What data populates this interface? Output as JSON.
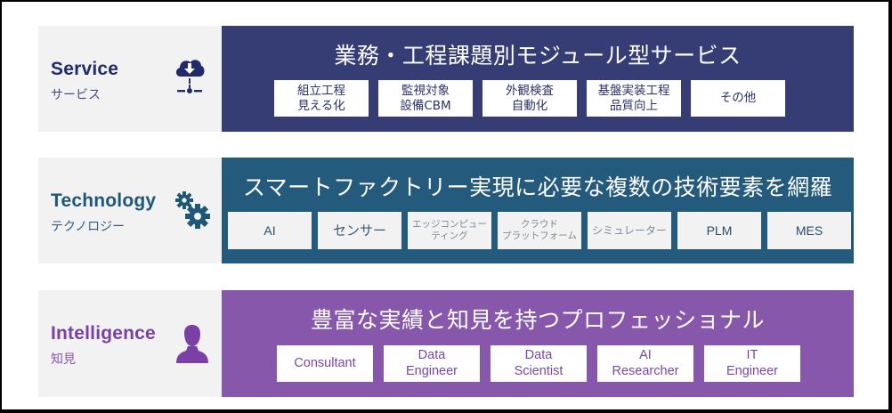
{
  "layers": {
    "service": {
      "title": "Service",
      "subtitle": "サービス",
      "icon": "cloud-download-network-icon",
      "headline": "業務・工程課題別モジュール型サービス",
      "items": [
        "組立工程\n見える化",
        "監視対象\n設備CBM",
        "外観検査\n自動化",
        "基盤実装工程\n品質向上",
        "その他"
      ],
      "color": "#363d74"
    },
    "technology": {
      "title": "Technology",
      "subtitle": "テクノロジー",
      "icon": "gears-icon",
      "headline": "スマートファクトリー実現に必要な複数の技術要素を網羅",
      "items": [
        "AI",
        "センサー",
        "エッジコンピュー\nティング",
        "クラウド\nプラットフォーム",
        "シミュレーター",
        "PLM",
        "MES"
      ],
      "color": "#245a7c"
    },
    "intelligence": {
      "title": "Intelligence",
      "subtitle": "知見",
      "icon": "person-icon",
      "headline": "豊富な実績と知見を持つプロフェッショナル",
      "items": [
        "Consultant",
        "Data\nEngineer",
        "Data\nScientist",
        "AI\nResearcher",
        "IT\nEngineer"
      ],
      "color": "#8657ab"
    }
  }
}
